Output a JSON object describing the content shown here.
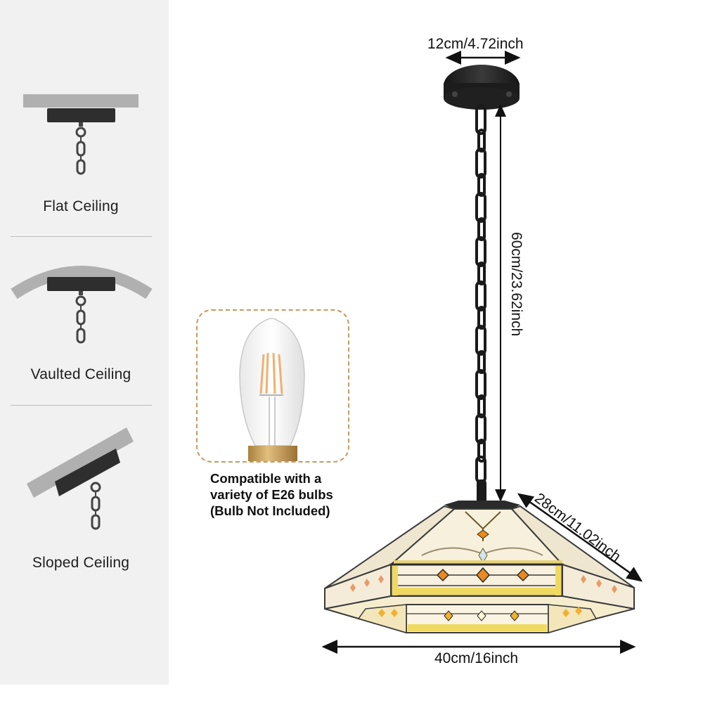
{
  "mounting_options": [
    {
      "label": "Flat Ceiling",
      "ceiling_type": "flat"
    },
    {
      "label": "Vaulted Ceiling",
      "ceiling_type": "vaulted"
    },
    {
      "label": "Sloped Ceiling",
      "ceiling_type": "sloped"
    }
  ],
  "bulb_info": {
    "caption_lines": [
      "Compatible with a",
      "variety of E26 bulbs",
      "(Bulb Not Included)"
    ]
  },
  "dimensions": {
    "canopy_width": "12cm/4.72inch",
    "chain_height": "60cm/23.62inch",
    "shade_slant": "28cm/11.02inch",
    "shade_width": "40cm/16inch"
  },
  "colors": {
    "sidebar_bg": "#f1f1f1",
    "ceiling_gray": "#b0b0b0",
    "canopy_dark": "#2e2e2e",
    "bulb_border": "#c49a66",
    "glass_cream": "#f7f0dc",
    "glass_yellow": "#f2df8a",
    "jewel_orange": "#e8891e"
  }
}
